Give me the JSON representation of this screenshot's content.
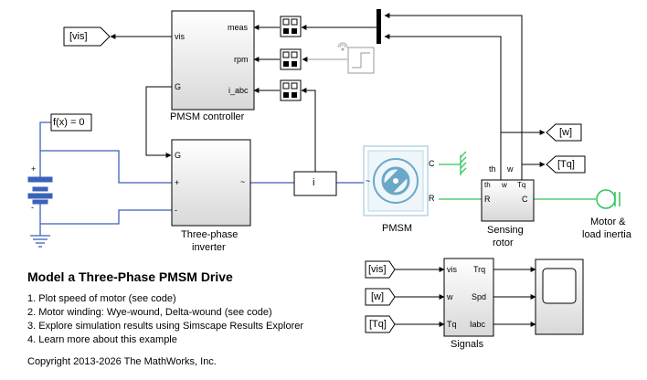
{
  "blocks": {
    "controller": {
      "name": "PMSM controller",
      "ports": {
        "vis": "vis",
        "g": "G",
        "meas": "meas",
        "rpm": "rpm",
        "iabc": "i_abc"
      }
    },
    "inverter": {
      "name_line1": "Three-phase",
      "name_line2": "inverter",
      "ports": {
        "g": "G",
        "plus": "+",
        "minus": "-",
        "ac": "~"
      }
    },
    "current_sensor": {
      "label": "i"
    },
    "pmsm": {
      "name": "PMSM",
      "ports": {
        "c": "C",
        "r": "R",
        "ac": "~"
      }
    },
    "sensing": {
      "name_line1": "Sensing",
      "name_line2": "rotor",
      "ports": {
        "th": "th",
        "w_in": "w",
        "tq": "Tq",
        "r": "R",
        "c": "C",
        "w_out": "w",
        "th_out": "th"
      }
    },
    "load": {
      "name_line1": "Motor &",
      "name_line2": "load inertia"
    },
    "signals": {
      "name": "Signals",
      "ports": {
        "vis": "vis",
        "w": "w",
        "tq": "Tq",
        "trq": "Trq",
        "spd": "Spd",
        "iabc": "Iabc"
      }
    },
    "solver": {
      "label": "f(x) = 0"
    },
    "battery": {
      "plus": "+",
      "minus": "-"
    }
  },
  "tags": {
    "goto_vis": "[vis]",
    "goto_w": "[w]",
    "goto_tq": "[Tq]",
    "from_vis": "[vis]",
    "from_w": "[w]",
    "from_tq": "[Tq]"
  },
  "title": "Model a Three-Phase PMSM Drive",
  "steps": [
    "1. Plot speed of motor (see code)",
    "2. Motor winding: Wye-wound, Delta-wound (see code)",
    "3. Explore simulation results using Simscape Results Explorer",
    "4. Learn more about this example"
  ],
  "copyright": "Copyright 2013-2026 The MathWorks, Inc.",
  "colors": {
    "signal": "#000000",
    "electrical": "#3a62b8",
    "mechanical": "#2ec45a",
    "pmsm_port": "#6aa8c8",
    "block_fill_top": "#ffffff",
    "block_fill_bottom": "#dedede"
  }
}
